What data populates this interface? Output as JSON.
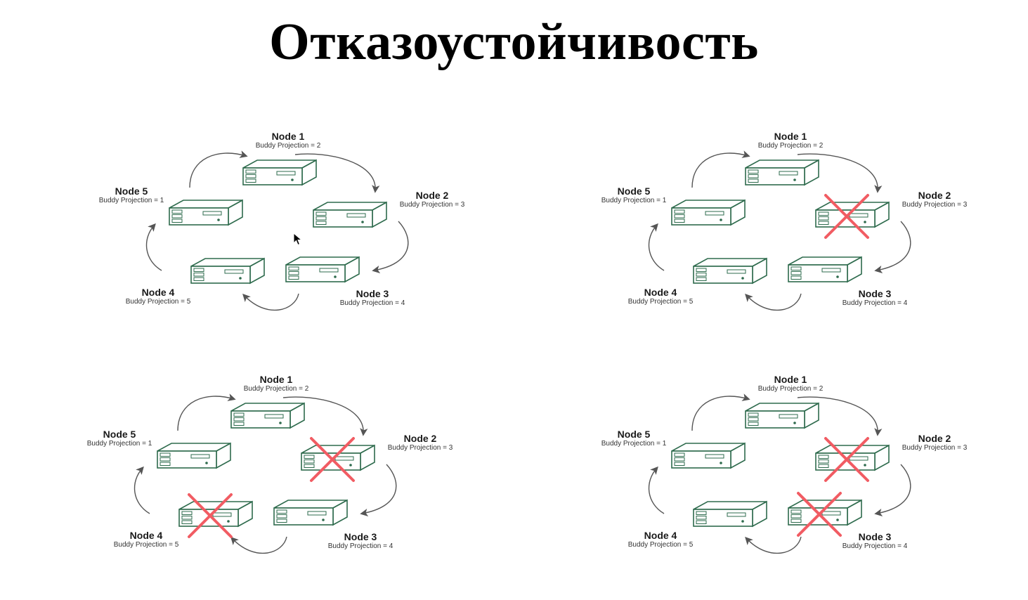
{
  "title": "Отказоустойчивость",
  "colors": {
    "server": "#2e6b4d",
    "arrow": "#555555",
    "failure": "#f15c63"
  },
  "panels": [
    {
      "nodes": [
        {
          "name": "Node 1",
          "buddy": "Buddy Projection = 2",
          "failed": false
        },
        {
          "name": "Node 2",
          "buddy": "Buddy Projection = 3",
          "failed": false
        },
        {
          "name": "Node 3",
          "buddy": "Buddy Projection = 4",
          "failed": false
        },
        {
          "name": "Node 4",
          "buddy": "Buddy Projection = 5",
          "failed": false
        },
        {
          "name": "Node 5",
          "buddy": "Buddy Projection = 1",
          "failed": false
        }
      ]
    },
    {
      "nodes": [
        {
          "name": "Node 1",
          "buddy": "Buddy Projection = 2",
          "failed": false
        },
        {
          "name": "Node 2",
          "buddy": "Buddy Projection = 3",
          "failed": true
        },
        {
          "name": "Node 3",
          "buddy": "Buddy Projection = 4",
          "failed": false
        },
        {
          "name": "Node 4",
          "buddy": "Buddy Projection = 5",
          "failed": false
        },
        {
          "name": "Node 5",
          "buddy": "Buddy Projection = 1",
          "failed": false
        }
      ]
    },
    {
      "nodes": [
        {
          "name": "Node 1",
          "buddy": "Buddy Projection = 2",
          "failed": false
        },
        {
          "name": "Node 2",
          "buddy": "Buddy Projection = 3",
          "failed": true
        },
        {
          "name": "Node 3",
          "buddy": "Buddy Projection = 4",
          "failed": false
        },
        {
          "name": "Node 4",
          "buddy": "Buddy Projection = 5",
          "failed": true
        },
        {
          "name": "Node 5",
          "buddy": "Buddy Projection = 1",
          "failed": false
        }
      ]
    },
    {
      "nodes": [
        {
          "name": "Node 1",
          "buddy": "Buddy Projection = 2",
          "failed": false
        },
        {
          "name": "Node 2",
          "buddy": "Buddy Projection = 3",
          "failed": true
        },
        {
          "name": "Node 3",
          "buddy": "Buddy Projection = 4",
          "failed": true
        },
        {
          "name": "Node 4",
          "buddy": "Buddy Projection = 5",
          "failed": false
        },
        {
          "name": "Node 5",
          "buddy": "Buddy Projection = 1",
          "failed": false
        }
      ]
    }
  ]
}
